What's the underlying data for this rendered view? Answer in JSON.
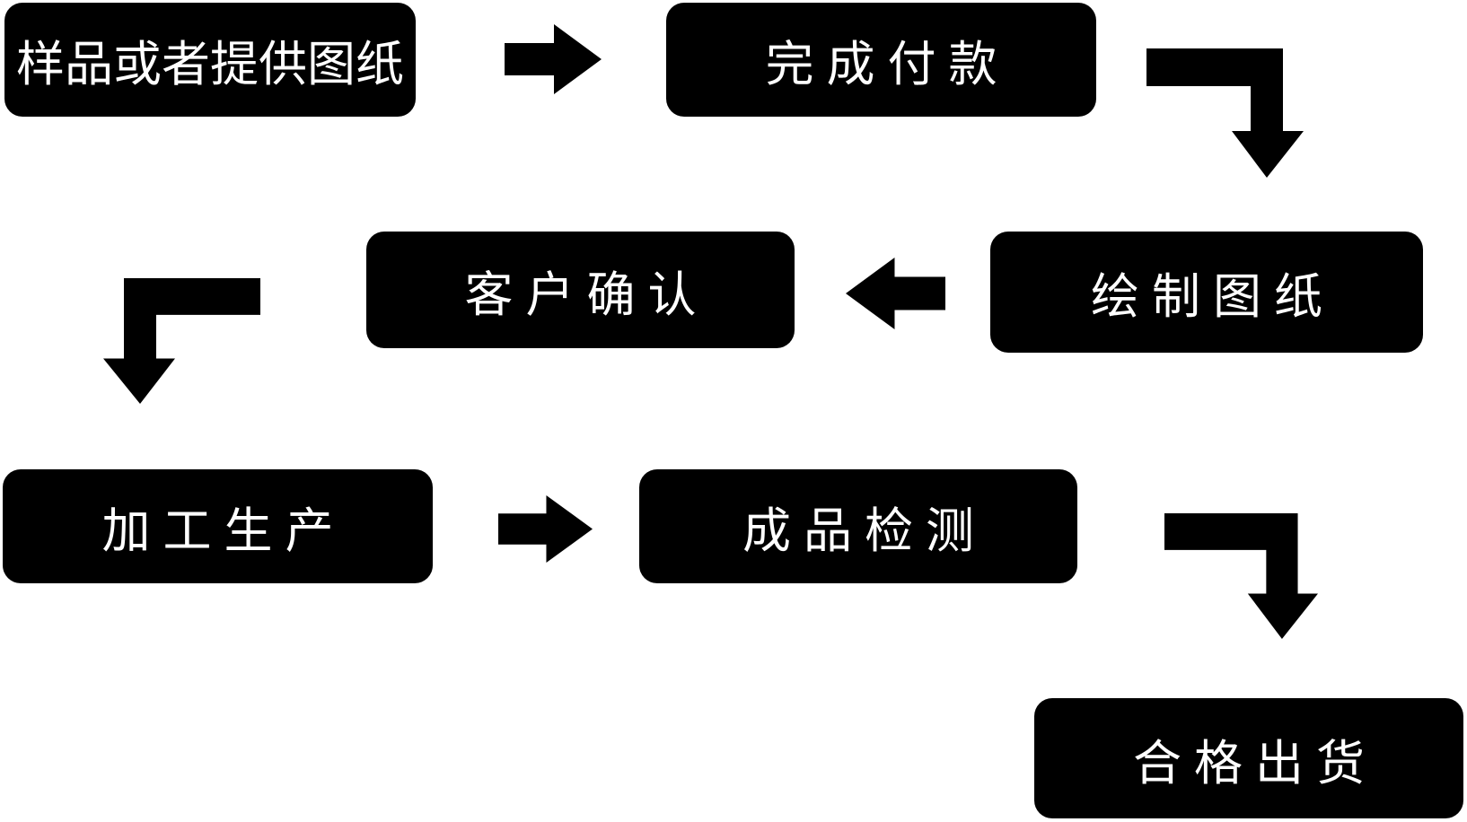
{
  "flow": {
    "background": "#ffffff",
    "colors": {
      "node_bg": "#000000",
      "node_text": "#ffffff",
      "arrow": "#000000"
    },
    "nodes": [
      {
        "id": "sample-or-provide-drawing",
        "label": "样品或者提供图纸"
      },
      {
        "id": "complete-payment",
        "label": "完成付款"
      },
      {
        "id": "draw-drawing",
        "label": "绘制图纸"
      },
      {
        "id": "customer-confirm",
        "label": "客户确认"
      },
      {
        "id": "processing-production",
        "label": "加工生产"
      },
      {
        "id": "finished-product-inspection",
        "label": "成品检测"
      },
      {
        "id": "qualified-shipment",
        "label": "合格出货"
      }
    ],
    "edges": [
      {
        "from": "sample-or-provide-drawing",
        "to": "complete-payment",
        "arrow": "right"
      },
      {
        "from": "complete-payment",
        "to": "draw-drawing",
        "arrow": "elbow-right-down"
      },
      {
        "from": "draw-drawing",
        "to": "customer-confirm",
        "arrow": "left"
      },
      {
        "from": "customer-confirm",
        "to": "processing-production",
        "arrow": "elbow-left-down"
      },
      {
        "from": "processing-production",
        "to": "finished-product-inspection",
        "arrow": "right"
      },
      {
        "from": "finished-product-inspection",
        "to": "qualified-shipment",
        "arrow": "elbow-right-down"
      }
    ]
  }
}
